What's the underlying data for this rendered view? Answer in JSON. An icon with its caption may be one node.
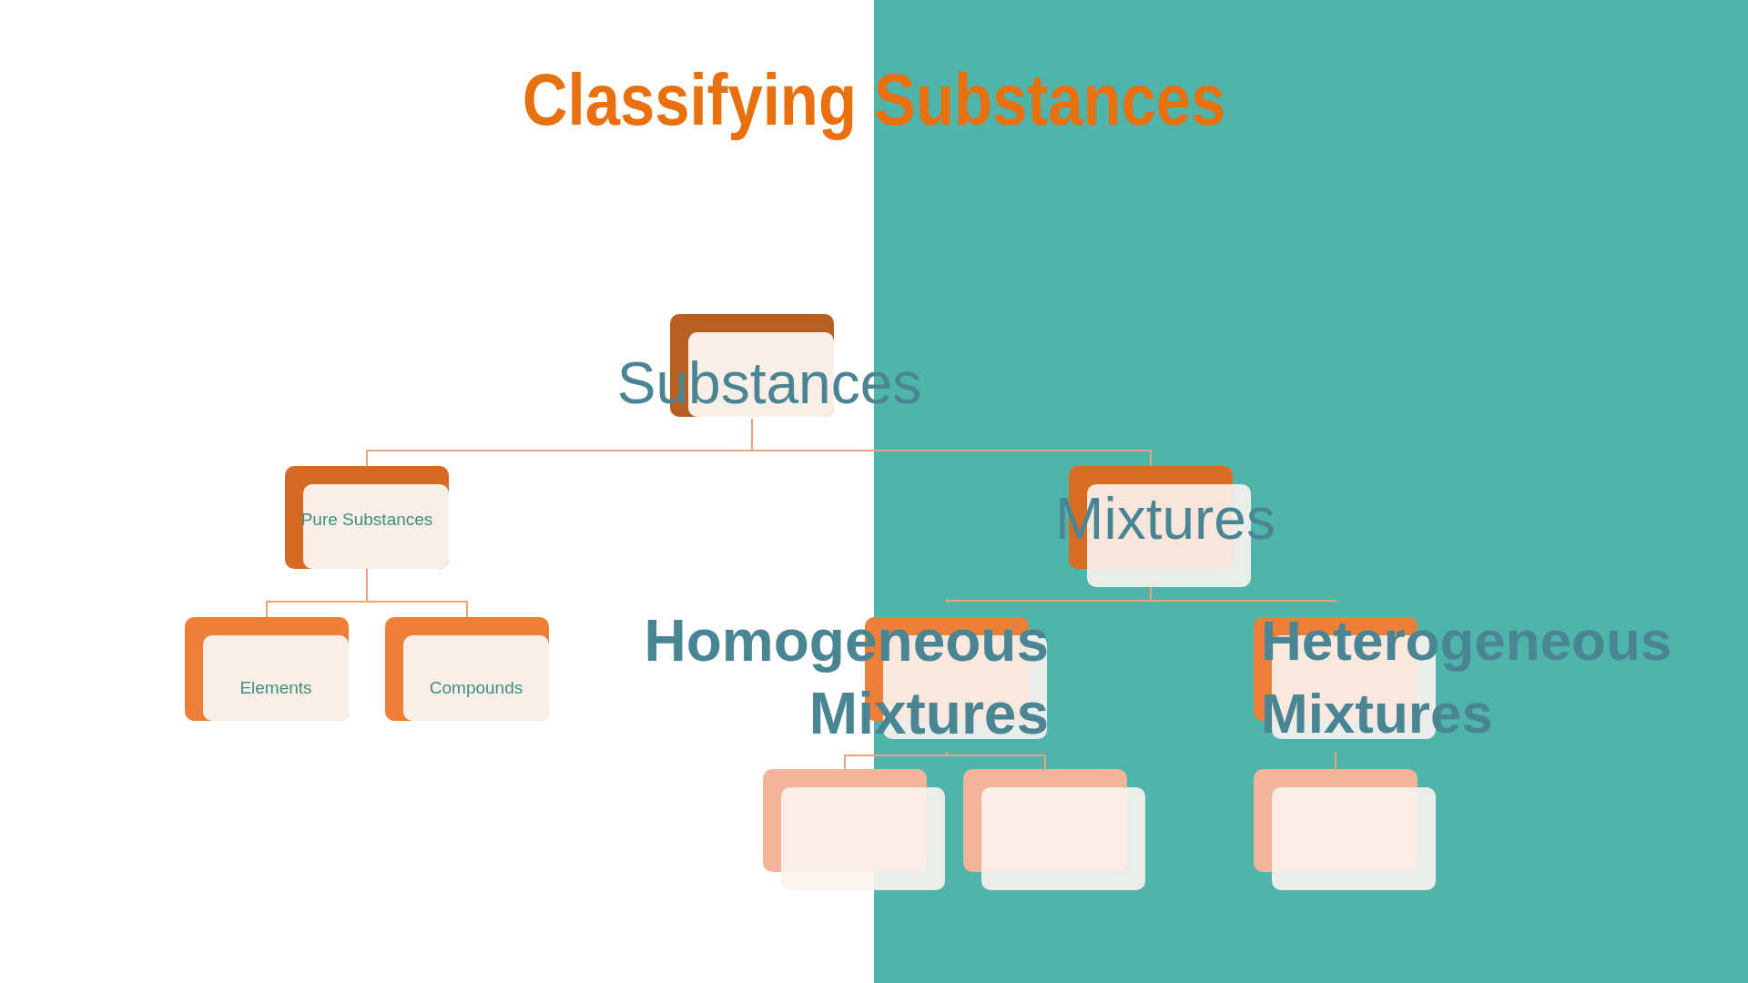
{
  "diagram": {
    "title": "Classifying Substances",
    "nodes": [
      {
        "text": [
          "Substances"
        ]
      },
      {
        "text": [
          "Pure Substances"
        ]
      },
      {
        "text": [
          "Mixtures"
        ]
      },
      {
        "text": [
          "Elements"
        ]
      },
      {
        "text": [
          "Compounds"
        ]
      },
      {
        "text": [
          "Homogeneous Mixtures"
        ]
      },
      {
        "text": [
          "Heterogeneous Mixtures"
        ]
      },
      {
        "text": [],
        "shape": "box"
      },
      {
        "text": [],
        "shape": "box"
      },
      {
        "text": [],
        "shape": "box"
      }
    ],
    "edges": [
      {
        "from": 0,
        "to": 1,
        "arrow": "none"
      },
      {
        "from": 0,
        "to": 2,
        "arrow": "none"
      },
      {
        "from": 1,
        "to": 3,
        "arrow": "none"
      },
      {
        "from": 1,
        "to": 4,
        "arrow": "none"
      },
      {
        "from": 2,
        "to": 5,
        "arrow": "none"
      },
      {
        "from": 2,
        "to": 6,
        "arrow": "none"
      },
      {
        "from": 5,
        "to": 7,
        "arrow": "none"
      },
      {
        "from": 5,
        "to": 8,
        "arrow": "none"
      },
      {
        "from": 6,
        "to": 9,
        "arrow": "none"
      }
    ]
  }
}
